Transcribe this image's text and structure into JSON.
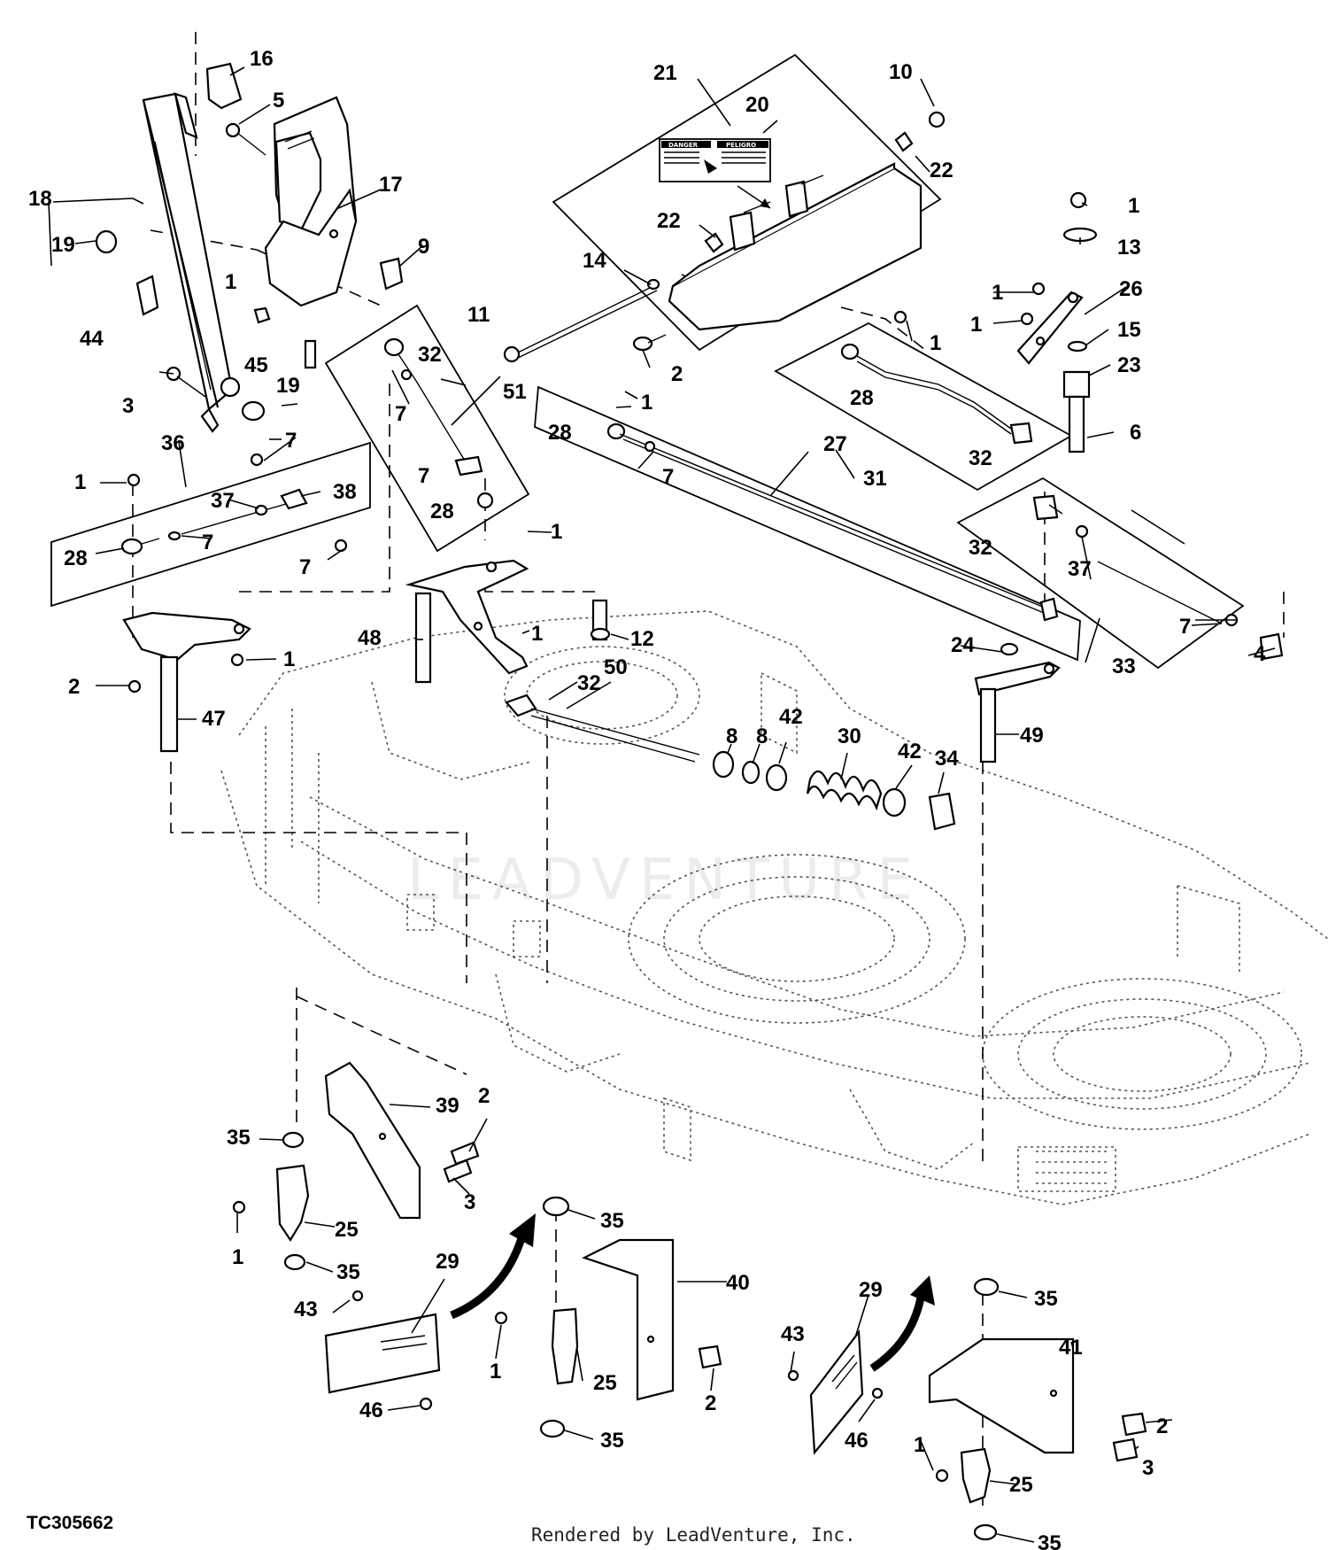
{
  "figure_id": "TC305662",
  "footer_text": "Rendered by LeadVenture, Inc.",
  "watermark_text": "LEADVENTURE",
  "decal": {
    "left_heading": "DANGER",
    "right_heading": "PELIGRO"
  },
  "callouts": [
    "1",
    "2",
    "3",
    "4",
    "5",
    "6",
    "7",
    "8",
    "9",
    "10",
    "11",
    "12",
    "13",
    "14",
    "15",
    "16",
    "17",
    "18",
    "19",
    "20",
    "21",
    "22",
    "23",
    "24",
    "25",
    "26",
    "27",
    "28",
    "29",
    "30",
    "31",
    "32",
    "33",
    "34",
    "35",
    "36",
    "37",
    "38",
    "39",
    "40",
    "41",
    "42",
    "43",
    "44",
    "45",
    "46",
    "47",
    "48",
    "49",
    "50",
    "51"
  ]
}
